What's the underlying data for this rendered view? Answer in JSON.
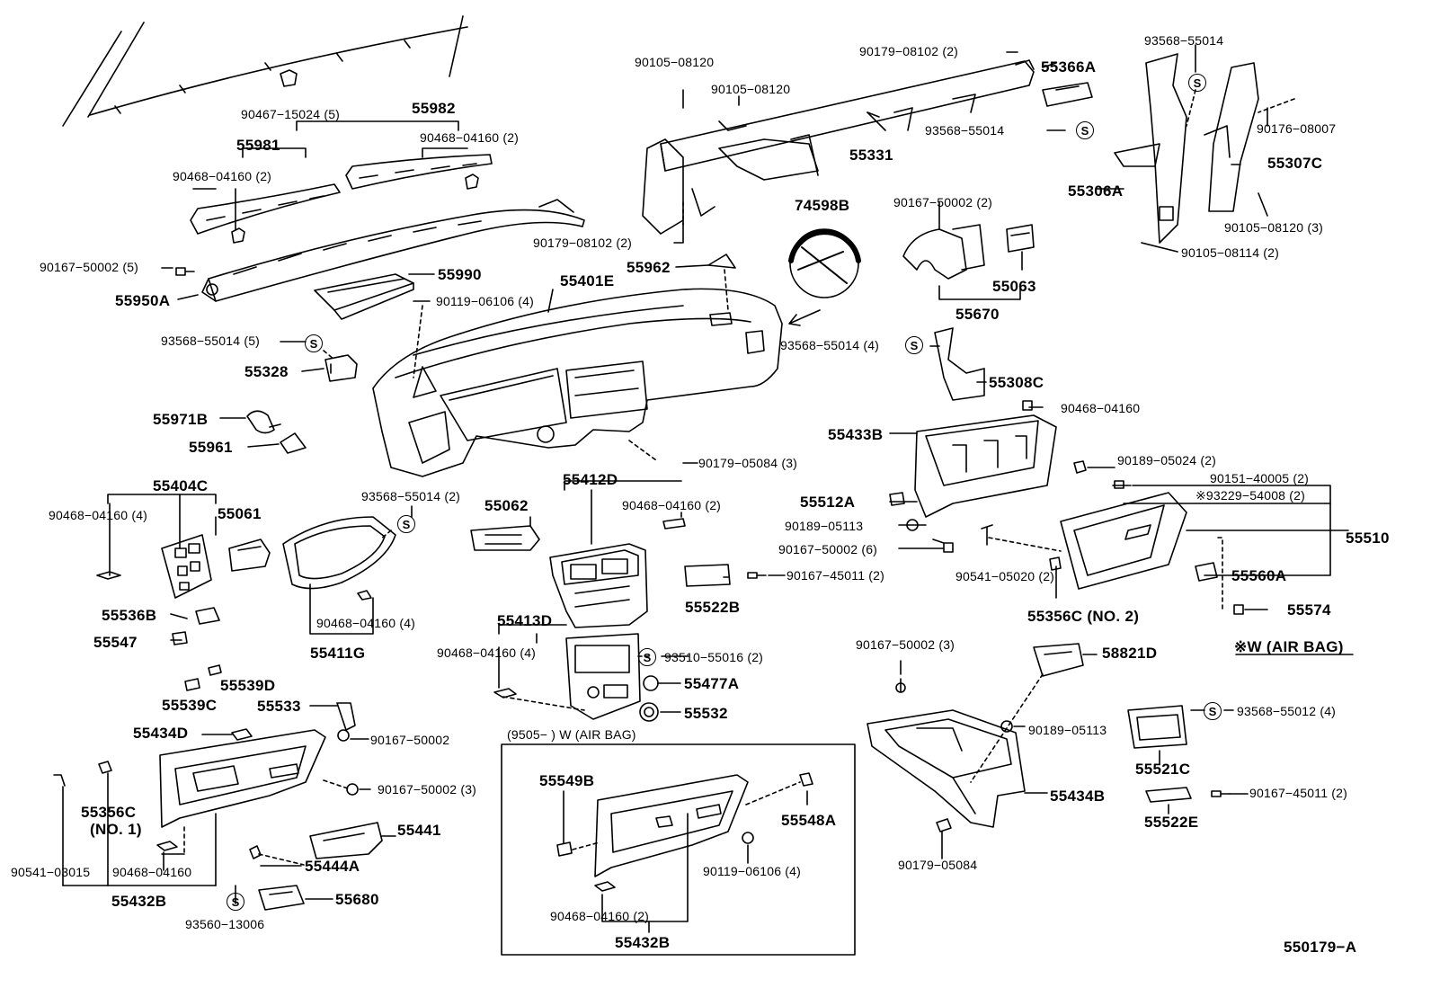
{
  "diagram": {
    "drawing_number": "550179−A",
    "s_symbol": "S",
    "labels": {
      "p90467_15024": "90467−15024 (5)",
      "p55982": "55982",
      "p90468_04160_2a": "90468−04160 (2)",
      "p55981": "55981",
      "p90468_04160_2b": "90468−04160 (2)",
      "p90167_50002_5": "90167−50002 (5)",
      "p55950A": "55950A",
      "p55990": "55990",
      "p55401E": "55401E",
      "p90119_06106_4a": "90119−06106 (4)",
      "p93568_55014_5": "93568−55014 (5)",
      "p55328": "55328",
      "p55971B": "55971B",
      "p55961": "55961",
      "p55962": "55962",
      "p74598B": "74598B",
      "p90105_08120a": "90105−08120",
      "p90105_08120b": "90105−08120",
      "p90179_08102_2a": "90179−08102 (2)",
      "p55366A": "55366A",
      "p93568_55014a": "93568−55014",
      "p55331": "55331",
      "p90179_08102_2b": "90179−08102 (2)",
      "p93568_55014b": "93568−55014",
      "p90176_08007": "90176−08007",
      "p55307C": "55307C",
      "p55306A": "55306A",
      "p90105_08120_3": "90105−08120 (3)",
      "p90105_08114_2": "90105−08114 (2)",
      "p90167_50002_2": "90167−50002 (2)",
      "p55063": "55063",
      "p55670": "55670",
      "p93568_55014_4": "93568−55014 (4)",
      "p55308C": "55308C",
      "p90468_04160c": "90468−04160",
      "p55433B": "55433B",
      "p90189_05024_2": "90189−05024 (2)",
      "p90151_40005_2": "90151−40005 (2)",
      "p93229_54008_2": "※93229−54008 (2)",
      "p55510": "55510",
      "p55512A": "55512A",
      "p90189_05113a": "90189−05113",
      "p90167_50002_6": "90167−50002 (6)",
      "p90541_05020_2": "90541−05020 (2)",
      "p55560A": "55560A",
      "p55574": "55574",
      "p55356C_no2": "55356C (NO. 2)",
      "p_airbag_note": "※W (AIR BAG)",
      "p90179_05084_3": "90179−05084 (3)",
      "p55404C": "55404C",
      "p90468_04160_4a": "90468−04160 (4)",
      "p55061": "55061",
      "p93568_55014_2": "93568−55014 (2)",
      "p55412D": "55412D",
      "p55062": "55062",
      "p90468_04160_2c": "90468−04160 (2)",
      "p90167_45011_2a": "90167−45011 (2)",
      "p55522B": "55522B",
      "p55536B": "55536B",
      "p55547": "55547",
      "p90468_04160_4b": "90468−04160 (4)",
      "p55411G": "55411G",
      "p55413D": "55413D",
      "p90468_04160_4c": "90468−04160 (4)",
      "p93510_55016_2": "93510−55016 (2)",
      "p55477A": "55477A",
      "p55532": "55532",
      "p55539D": "55539D",
      "p55539C": "55539C",
      "p55533": "55533",
      "p55434D": "55434D",
      "p90167_50002a": "90167−50002",
      "p90167_50002_3a": "90167−50002 (3)",
      "p55356C_no1a": "55356C",
      "p55356C_no1b": "(NO. 1)",
      "p55441": "55441",
      "p55444A": "55444A",
      "p90541_03015": "90541−03015",
      "p90468_04160d": "90468−04160",
      "p55432B_a": "55432B",
      "p93560_13006": "93560−13006",
      "p55680": "55680",
      "p9505_note": "(9505−        ) W (AIR BAG)",
      "p55549B": "55549B",
      "p55548A": "55548A",
      "p90119_06106_4b": "90119−06106 (4)",
      "p90468_04160_2d": "90468−04160 (2)",
      "p55432B_b": "55432B",
      "p90167_50002_3b": "90167−50002 (3)",
      "p58821D": "58821D",
      "p90189_05113b": "90189−05113",
      "p55434B": "55434B",
      "p90179_05084": "90179−05084",
      "p93568_55012_4": "93568−55012 (4)",
      "p55521C": "55521C",
      "p90167_45011_2b": "90167−45011 (2)",
      "p55522E": "55522E"
    }
  }
}
